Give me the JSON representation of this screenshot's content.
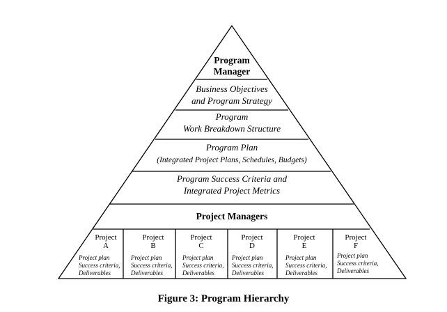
{
  "pyramid": {
    "apex_label": [
      "Program",
      "Manager"
    ],
    "levels": [
      {
        "lines": [
          "Business Objectives",
          "and Program Strategy"
        ]
      },
      {
        "lines": [
          "Program",
          "Work Breakdown Structure"
        ]
      },
      {
        "lines": [
          "Program Plan",
          "(Integrated Project Plans, Schedules, Budgets)"
        ]
      },
      {
        "lines": [
          "Program Success Criteria and",
          "Integrated Project Metrics"
        ]
      }
    ],
    "project_managers_label": "Project Managers",
    "projects": [
      {
        "name": "Project",
        "letter": "A",
        "details": [
          "Project plan",
          "Success criteria,",
          "Deliverables"
        ]
      },
      {
        "name": "Project",
        "letter": "B",
        "details": [
          "Project plan",
          "Success criteria,",
          "Deliverables"
        ]
      },
      {
        "name": "Project",
        "letter": "C",
        "details": [
          "Project plan",
          "Success criteria,",
          "Deliverables"
        ]
      },
      {
        "name": "Project",
        "letter": "D",
        "details": [
          "Project plan",
          "Success criteria,",
          "Deliverables"
        ]
      },
      {
        "name": "Project",
        "letter": "E",
        "details": [
          "Project plan",
          "Success criteria,",
          "Deliverables"
        ]
      },
      {
        "name": "Project",
        "letter": "F",
        "details": [
          "Project plan",
          "Success criteria,",
          "Deliverables"
        ]
      }
    ]
  },
  "caption": "Figure 3: Program Hierarchy"
}
